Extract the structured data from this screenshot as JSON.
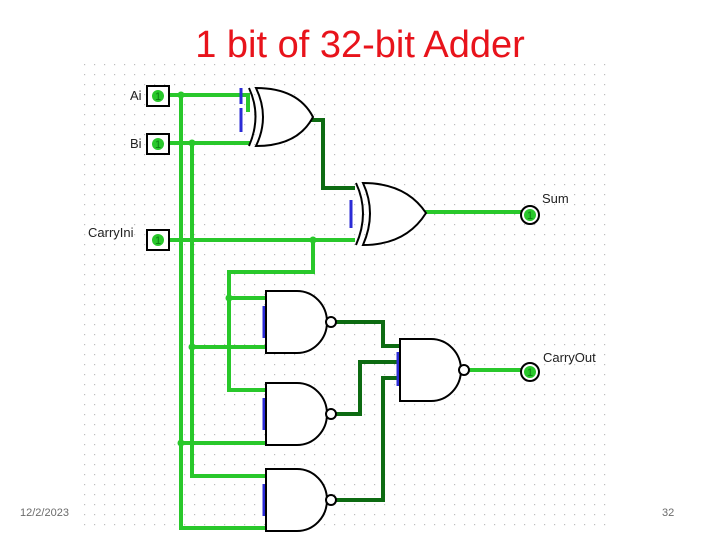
{
  "slide": {
    "title": "1 bit of 32-bit Adder",
    "date": "12/2/2023",
    "page_number": "32"
  },
  "circuit": {
    "inputs": [
      {
        "id": "a",
        "label": "Ai",
        "value": "1"
      },
      {
        "id": "b",
        "label": "Bi",
        "value": "1"
      },
      {
        "id": "cin",
        "label": "CarryIni",
        "value": "1"
      }
    ],
    "outputs": [
      {
        "id": "sum",
        "label": "Sum",
        "value": "1"
      },
      {
        "id": "cout",
        "label": "CarryOut",
        "value": "1"
      }
    ],
    "gates": [
      "xor",
      "xor",
      "nand",
      "nand",
      "nand",
      "nand"
    ],
    "colors": {
      "wire_active": "#29c82b",
      "wire_dark": "#0d6b12",
      "gate_stroke": "#000000",
      "pin_stub": "#2b2bd6",
      "grid_dot": "#bdbdbd",
      "title": "#e8131b"
    }
  }
}
